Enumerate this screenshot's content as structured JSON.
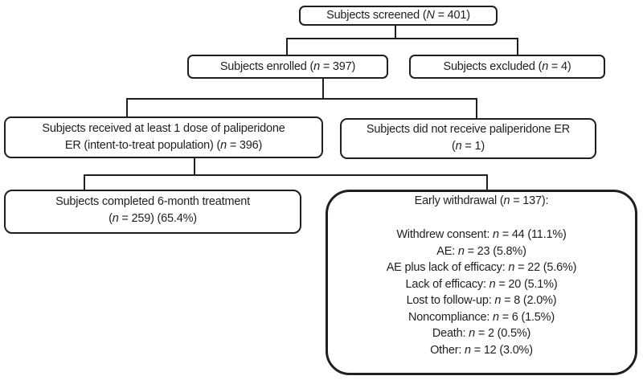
{
  "figure": {
    "type": "flowchart",
    "ink_color": "#1f1f1f",
    "background_color": "#ffffff"
  },
  "boxes": {
    "screened": {
      "lines": [
        [
          {
            "t": "Subjects screened (",
            "i": false
          },
          {
            "t": "N",
            "i": true
          },
          {
            "t": " = 401)",
            "i": false
          }
        ]
      ]
    },
    "enrolled": {
      "lines": [
        [
          {
            "t": "Subjects enrolled (",
            "i": false
          },
          {
            "t": "n",
            "i": true
          },
          {
            "t": " = 397)",
            "i": false
          }
        ]
      ]
    },
    "excluded": {
      "lines": [
        [
          {
            "t": "Subjects excluded (",
            "i": false
          },
          {
            "t": "n",
            "i": true
          },
          {
            "t": " = 4)",
            "i": false
          }
        ]
      ]
    },
    "itt": {
      "lines": [
        [
          {
            "t": "Subjects received at least 1 dose of paliperidone",
            "i": false
          }
        ],
        [
          {
            "t": "ER (intent-to-treat population) (",
            "i": false
          },
          {
            "t": "n",
            "i": true
          },
          {
            "t": " = 396)",
            "i": false
          }
        ]
      ]
    },
    "not_received": {
      "lines": [
        [
          {
            "t": "Subjects did not receive paliperidone ER",
            "i": false
          }
        ],
        [
          {
            "t": "(",
            "i": false
          },
          {
            "t": "n",
            "i": true
          },
          {
            "t": " = 1)",
            "i": false
          }
        ]
      ]
    },
    "completed": {
      "lines": [
        [
          {
            "t": "Subjects completed 6-month treatment",
            "i": false
          }
        ],
        [
          {
            "t": "(",
            "i": false
          },
          {
            "t": "n",
            "i": true
          },
          {
            "t": " = 259) (65.4%)",
            "i": false
          }
        ]
      ]
    },
    "withdrawal": {
      "title": [
        {
          "t": "Early withdrawal (",
          "i": false
        },
        {
          "t": "n",
          "i": true
        },
        {
          "t": " = 137):",
          "i": false
        }
      ],
      "items": [
        [
          {
            "t": "Withdrew consent: ",
            "i": false
          },
          {
            "t": "n",
            "i": true
          },
          {
            "t": " = 44 (11.1%)",
            "i": false
          }
        ],
        [
          {
            "t": "AE: ",
            "i": false
          },
          {
            "t": "n",
            "i": true
          },
          {
            "t": " = 23 (5.8%)",
            "i": false
          }
        ],
        [
          {
            "t": "AE plus lack of efficacy: ",
            "i": false
          },
          {
            "t": "n",
            "i": true
          },
          {
            "t": " = 22 (5.6%)",
            "i": false
          }
        ],
        [
          {
            "t": "Lack of efficacy: ",
            "i": false
          },
          {
            "t": "n",
            "i": true
          },
          {
            "t": " = 20 (5.1%)",
            "i": false
          }
        ],
        [
          {
            "t": "Lost to follow-up: ",
            "i": false
          },
          {
            "t": "n",
            "i": true
          },
          {
            "t": " = 8 (2.0%)",
            "i": false
          }
        ],
        [
          {
            "t": "Noncompliance: ",
            "i": false
          },
          {
            "t": "n",
            "i": true
          },
          {
            "t": " = 6 (1.5%)",
            "i": false
          }
        ],
        [
          {
            "t": "Death: ",
            "i": false
          },
          {
            "t": "n",
            "i": true
          },
          {
            "t": " = 2 (0.5%)",
            "i": false
          }
        ],
        [
          {
            "t": "Other: ",
            "i": false
          },
          {
            "t": "n",
            "i": true
          },
          {
            "t": " = 12 (3.0%)",
            "i": false
          }
        ]
      ]
    }
  }
}
